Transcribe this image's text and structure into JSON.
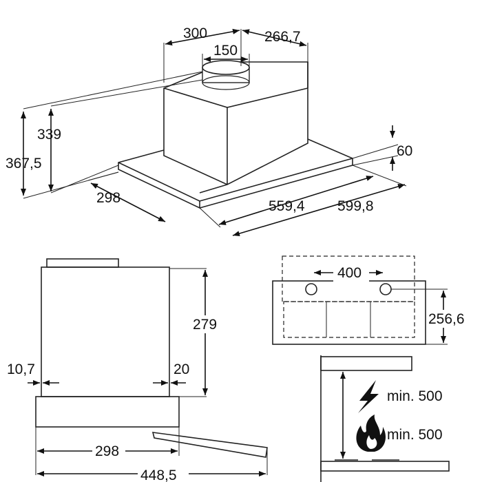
{
  "top_view": {
    "dim_300": "300",
    "dim_266_7": "266,7",
    "dim_150": "150",
    "dim_339": "339",
    "dim_367_5": "367,5",
    "dim_60": "60",
    "dim_298": "298",
    "dim_559_4": "559,4",
    "dim_599_8": "599,8"
  },
  "side_view": {
    "dim_279": "279",
    "dim_10_7": "10,7",
    "dim_20": "20",
    "dim_298": "298",
    "dim_448_5": "448,5"
  },
  "front_view": {
    "dim_400": "400",
    "dim_256_6": "256,6"
  },
  "clearance": {
    "electric_label": "min. 500",
    "gas_label": "min. 500",
    "electric_icon": "lightning-bolt-icon",
    "gas_icon": "flame-icon"
  }
}
